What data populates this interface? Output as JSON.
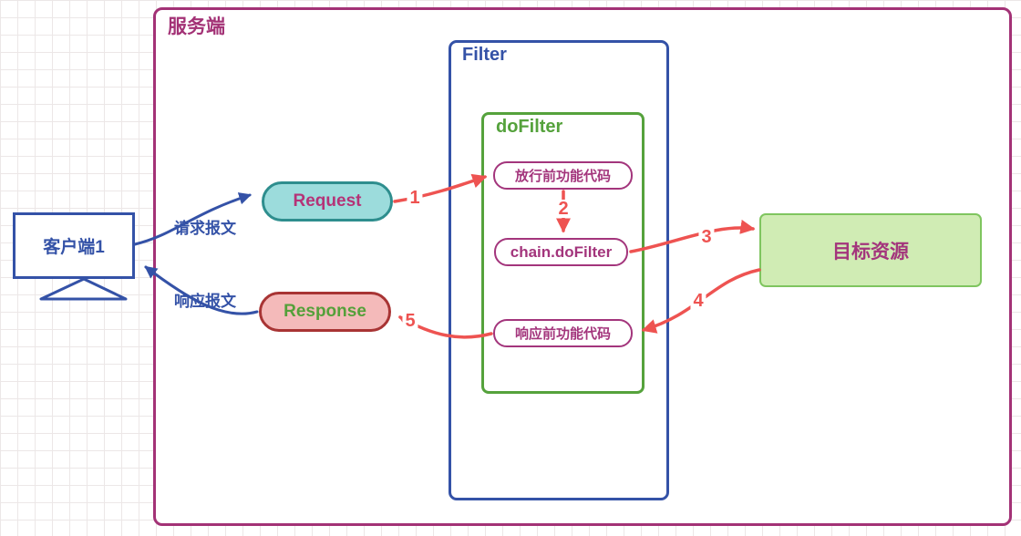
{
  "server": {
    "label": "服务端"
  },
  "filter": {
    "label": "Filter"
  },
  "dofilter": {
    "label": "doFilter"
  },
  "client": {
    "label": "客户端1"
  },
  "target": {
    "label": "目标资源"
  },
  "request": {
    "label": "Request"
  },
  "response": {
    "label": "Response"
  },
  "steps": {
    "pre_pass": "放行前功能代码",
    "chain": "chain.doFilter",
    "pre_response": "响应前功能代码"
  },
  "flow_labels": {
    "request_message": "请求报文",
    "response_message": "响应报文"
  },
  "step_numbers": {
    "s1": "1",
    "s2": "2",
    "s3": "3",
    "s4": "4",
    "s5": "5"
  },
  "colors": {
    "server_border": "#A33276",
    "blue": "#3452A7",
    "green": "#55A23C",
    "pill_purple": "#A3357C",
    "arrow_red": "#EE5351",
    "request_fill": "#9CDCDC",
    "request_border": "#2E8E8E",
    "response_fill": "#F4BABA",
    "response_border": "#A83434",
    "target_fill": "#D0ECB4",
    "target_border": "#7FC55F"
  }
}
